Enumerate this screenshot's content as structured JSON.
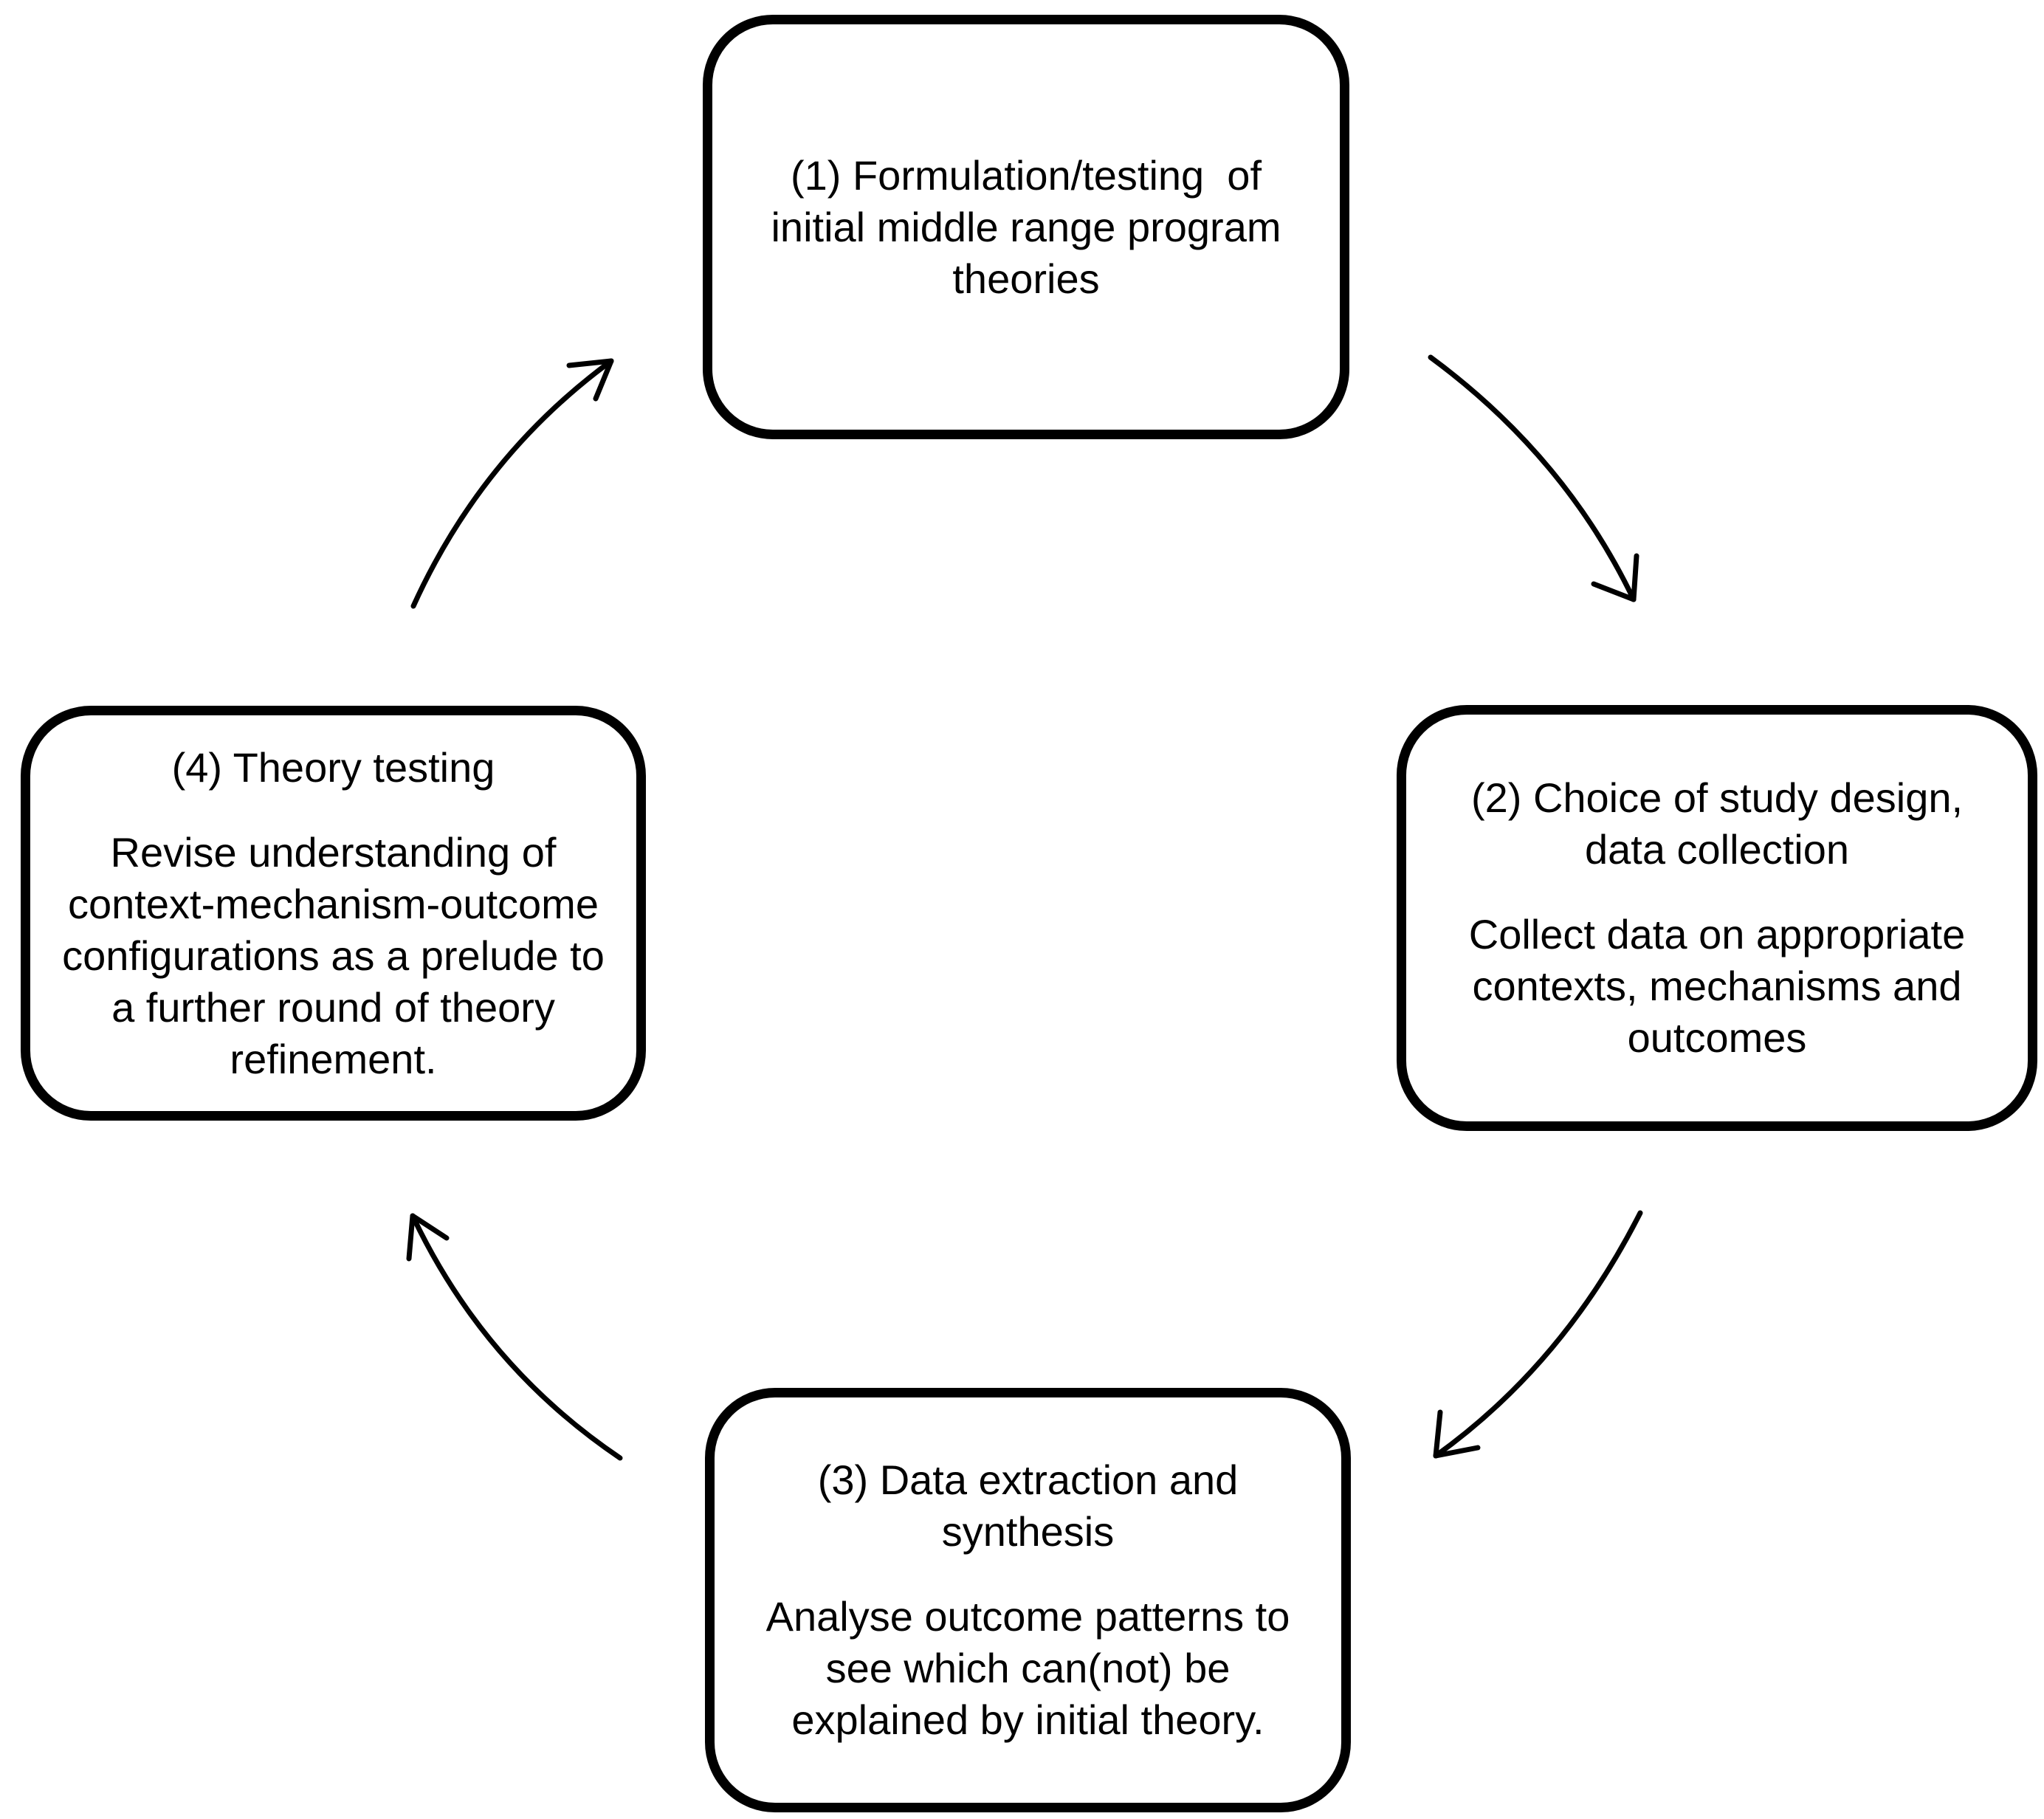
{
  "colors": {
    "background": "#ffffff",
    "stroke": "#000000",
    "text": "#000000"
  },
  "boxes": [
    {
      "id": "step-1",
      "position": "top",
      "title": "(1) Formulation/testing  of initial middle range program theories",
      "title_lines": [
        "(1) Formulation/testing  of",
        "initial middle range program",
        "theories"
      ]
    },
    {
      "id": "step-2",
      "position": "right",
      "title": "(2) Choice of study design, data collection",
      "title_lines": [
        "(2) Choice of study design,",
        "data collection"
      ],
      "body": "Collect data on appropriate contexts, mechanisms and outcomes",
      "body_lines": [
        "Collect data on appropriate",
        "contexts, mechanisms and",
        "outcomes"
      ]
    },
    {
      "id": "step-3",
      "position": "bottom",
      "title": "(3) Data extraction and synthesis",
      "title_lines": [
        "(3) Data extraction and",
        "synthesis"
      ],
      "body": "Analyse outcome patterns to see which can(not) be explained by initial theory.",
      "body_lines": [
        "Analyse outcome patterns to",
        "see which can(not) be",
        "explained by initial theory."
      ]
    },
    {
      "id": "step-4",
      "position": "left",
      "title": "(4) Theory testing",
      "title_lines": [
        "(4) Theory testing"
      ],
      "body": "Revise understanding of context-mechanism-outcome configurations as a prelude to a further round of theory refinement.",
      "body_lines": [
        "Revise understanding of",
        "context-mechanism-outcome",
        "configurations as a prelude to",
        "a further round of theory",
        "refinement."
      ]
    }
  ],
  "arrows": [
    {
      "from": "step-1",
      "to": "step-2"
    },
    {
      "from": "step-2",
      "to": "step-3"
    },
    {
      "from": "step-3",
      "to": "step-4"
    },
    {
      "from": "step-4",
      "to": "step-1"
    }
  ]
}
